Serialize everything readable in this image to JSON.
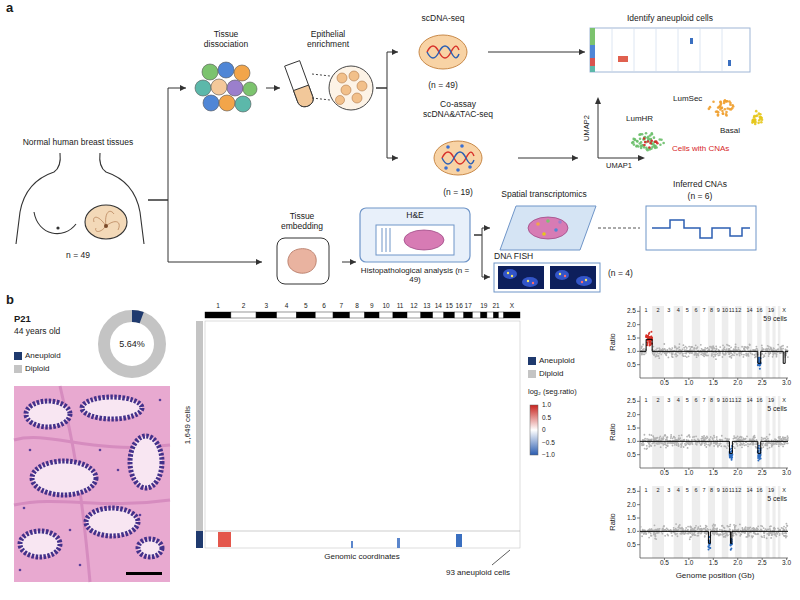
{
  "diagram": {
    "nodes": [
      {
        "text": [
          "Normal human breast tissues",
          "n = 49"
        ]
      },
      {
        "text": [
          "Tissue dissociation"
        ]
      },
      {
        "text": [
          "Epithelial enrichment"
        ]
      },
      {
        "text": [
          "scDNA-seq",
          "(n = 49)"
        ]
      },
      {
        "text": [
          "Identify aneuploid cells"
        ]
      },
      {
        "text": [
          "Co-assay scDNA&ATAC-seq",
          "(n = 19)"
        ]
      },
      {
        "text": [
          "LumSec",
          "LumHR",
          "Basal",
          "Cells with CNAs",
          "UMAP2",
          "UMAP1"
        ]
      },
      {
        "text": [
          "Tissue embedding"
        ]
      },
      {
        "text": [
          "H&E",
          "Histopathological analysis (n = 49)"
        ]
      },
      {
        "text": [
          "Spatial transcriptomics"
        ]
      },
      {
        "text": [
          "Inferred CNAs",
          "(n = 6)"
        ]
      },
      {
        "text": [
          "DNA FISH",
          "(n = 4)"
        ]
      },
      {
        "text": [
          "5.64%"
        ]
      }
    ],
    "edges": [
      {
        "from": 0,
        "to": 1,
        "arrow": "to"
      },
      {
        "from": 0,
        "to": 7,
        "arrow": "to"
      },
      {
        "from": 1,
        "to": 2,
        "arrow": "to"
      },
      {
        "from": 2,
        "to": 3,
        "arrow": "to"
      },
      {
        "from": 2,
        "to": 5,
        "arrow": "to"
      },
      {
        "from": 3,
        "to": 4,
        "arrow": "to"
      },
      {
        "from": 5,
        "to": 6,
        "arrow": "to"
      },
      {
        "from": 7,
        "to": 8,
        "arrow": "to"
      },
      {
        "from": 8,
        "to": 9,
        "arrow": "to"
      },
      {
        "from": 8,
        "to": 11,
        "arrow": "to"
      },
      {
        "from": 9,
        "to": 10,
        "arrow": "none"
      }
    ],
    "labels": [
      "a",
      "b",
      "P21",
      "44 years old",
      "1,649 cells",
      "Genomic coordinates",
      "93 aneuploid cells",
      "log₂ (seg.ratio)",
      "1.0",
      "0.5",
      "0",
      "−0.5",
      "−1.0",
      "1",
      "2",
      "3",
      "4",
      "5",
      "6",
      "7",
      "8",
      "9",
      "10",
      "11",
      "12",
      "13",
      "14",
      "15",
      "16",
      "17",
      "19",
      "21",
      "X",
      "Ratio",
      "2.5",
      "2.0",
      "1.5",
      "1.0",
      "0.5",
      "1",
      "2",
      "3",
      "4",
      "5",
      "6",
      "7",
      "8",
      "9",
      "10",
      "11",
      "12",
      "14",
      "16",
      "19",
      "X",
      "59 cells",
      "0.5",
      "1.0",
      "1.5",
      "2.0",
      "2.5",
      "3.0",
      "Ratio",
      "2.5",
      "2.0",
      "1.5",
      "1.0",
      "0.5",
      "1",
      "2",
      "3",
      "4",
      "5",
      "6",
      "7",
      "8",
      "9",
      "10",
      "11",
      "12",
      "14",
      "16",
      "19",
      "X",
      "5 cells",
      "0.5",
      "1.0",
      "1.5",
      "2.0",
      "2.5",
      "3.0",
      "Ratio",
      "2.5",
      "2.0",
      "1.5",
      "1.0",
      "0.5",
      "1",
      "2",
      "3",
      "4",
      "5",
      "6",
      "7",
      "8",
      "9",
      "10",
      "11",
      "12",
      "14",
      "16",
      "19",
      "X",
      "5 cells",
      "0.5",
      "1.0",
      "1.5",
      "2.0",
      "2.5",
      "3.0",
      "Genome position (Gb)"
    ],
    "legend": [
      {
        "text": "Aneuploid",
        "color": "#1f3a6e"
      },
      {
        "text": "Diploid",
        "color": "#c4c4c4"
      },
      {
        "text": "Aneuploid",
        "color": "#1f3a6e"
      },
      {
        "text": "Diploid",
        "color": "#c4c4c4"
      }
    ]
  }
}
